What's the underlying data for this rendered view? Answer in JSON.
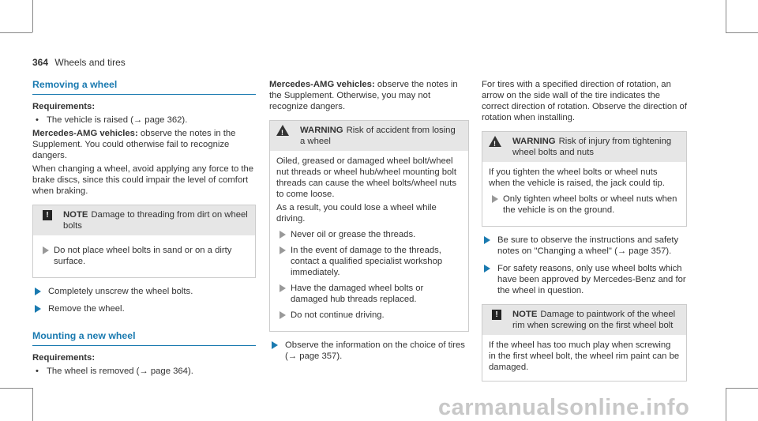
{
  "header": {
    "page_number": "364",
    "title": "Wheels and tires"
  },
  "col1": {
    "section1_title": "Removing a wheel",
    "req_title": "Requirements:",
    "req_items": [
      "The vehicle is raised (→ page 362)."
    ],
    "amg_label": "Mercedes-AMG vehicles:",
    "amg_text": "observe the notes in the Supplement. You could otherwise fail to recognize dangers.",
    "para": "When changing a wheel, avoid applying any force to the brake discs, since this could impair the level of comfort when braking.",
    "note_kw": "NOTE",
    "note_head": "Damage to threading from dirt on wheel bolts",
    "note_step": "Do not place wheel bolts in sand or on a dirty surface.",
    "steps": [
      "Completely unscrew the wheel bolts.",
      "Remove the wheel."
    ],
    "section2_title": "Mounting a new wheel",
    "req2_title": "Requirements:",
    "req2_items": [
      "The wheel is removed (→ page 364)."
    ]
  },
  "col2": {
    "amg_label": "Mercedes-AMG vehicles:",
    "amg_text": "observe the notes in the Supplement. Otherwise, you may not recognize dangers.",
    "warn_kw": "WARNING",
    "warn_head": "Risk of accident from losing a wheel",
    "warn_p1": "Oiled, greased or damaged wheel bolt/wheel nut threads or wheel hub/wheel mounting bolt threads can cause the wheel bolts/wheel nuts to come loose.",
    "warn_p2": "As a result, you could lose a wheel while driving.",
    "warn_steps": [
      "Never oil or grease the threads.",
      "In the event of damage to the threads, contact a qualified specialist workshop immediately.",
      "Have the damaged wheel bolts or damaged hub threads replaced.",
      "Do not continue driving."
    ],
    "step": "Observe the information on the choice of tires (→ page 357)."
  },
  "col3": {
    "para": "For tires with a specified direction of rotation, an arrow on the side wall of the tire indicates the correct direction of rotation. Observe the direction of rotation when installing.",
    "warn_kw": "WARNING",
    "warn_head": "Risk of injury from tightening wheel bolts and nuts",
    "warn_p": "If you tighten the wheel bolts or wheel nuts when the vehicle is raised, the jack could tip.",
    "warn_step": "Only tighten wheel bolts or wheel nuts when the vehicle is on the ground.",
    "steps": [
      "Be sure to observe the instructions and safety notes on \"Changing a wheel\" (→ page 357).",
      "For safety reasons, only use wheel bolts which have been approved by Mercedes-Benz and for the wheel in question."
    ],
    "note_kw": "NOTE",
    "note_head": "Damage to paintwork of the wheel rim when screwing on the first wheel bolt",
    "note_p": "If the wheel has too much play when screwing in the first wheel bolt, the wheel rim paint can be damaged."
  },
  "watermark": "carmanualsonline.info"
}
